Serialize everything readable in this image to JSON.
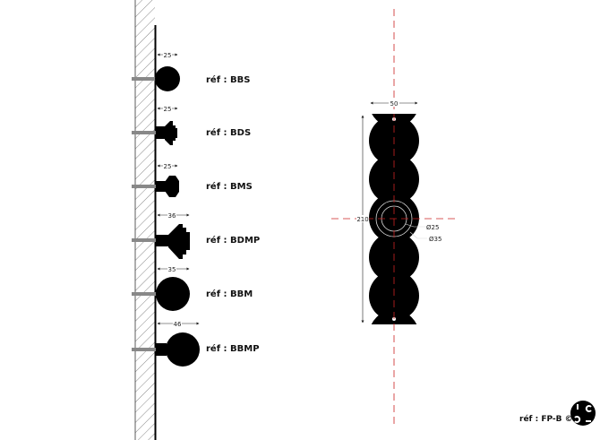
{
  "knobs": [
    {
      "ref": "réf : BBS",
      "dim": "25"
    },
    {
      "ref": "réf : BDS",
      "dim": "25"
    },
    {
      "ref": "réf : BMS",
      "dim": "25"
    },
    {
      "ref": "réf : BDMP",
      "dim": "36"
    },
    {
      "ref": "réf : BBM",
      "dim": "35"
    },
    {
      "ref": "réf : BBMP",
      "dim": "46"
    }
  ],
  "plate": {
    "width_dim": "50",
    "height_dim": "210",
    "inner_diameter": "Ø25",
    "outer_diameter": "Ø35"
  },
  "footer": {
    "ref": "réf : FP-B ©",
    "logo_text": "ICC"
  },
  "colors": {
    "ink": "#000000",
    "centerline": "#cc2222",
    "screw": "#888888"
  }
}
